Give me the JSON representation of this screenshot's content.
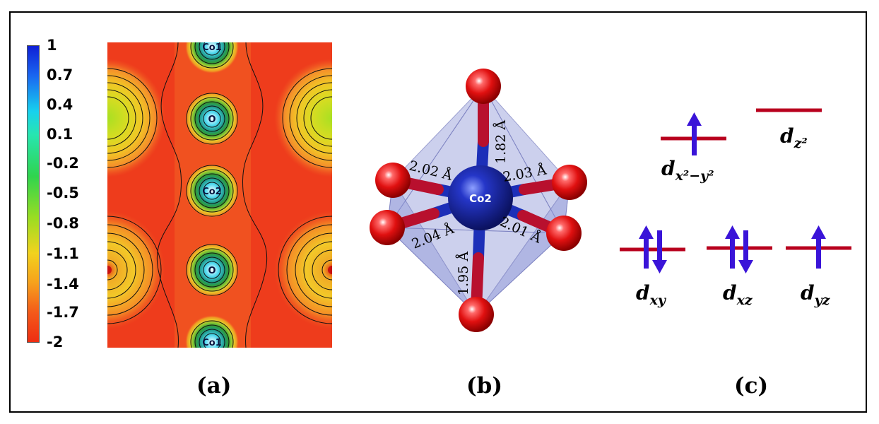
{
  "colorbar": {
    "ticks": [
      "1",
      "0.7",
      "0.4",
      "0.1",
      "-0.2",
      "-0.5",
      "-0.8",
      "-1.1",
      "-1.4",
      "-1.7",
      "-2"
    ]
  },
  "panel_a": {
    "atoms": [
      "Co1",
      "O",
      "Co2",
      "O",
      "Co1"
    ]
  },
  "panel_b": {
    "center_atom": "Co2",
    "bond_lengths": [
      "1.82 Å",
      "2.02 Å",
      "2.03 Å",
      "2.04 Å",
      "2.01 Å",
      "1.95 Å"
    ]
  },
  "panel_c": {
    "orbitals": [
      {
        "base": "d",
        "sub": "x²−y²",
        "electrons": "up"
      },
      {
        "base": "d",
        "sub": "z²",
        "electrons": "none"
      },
      {
        "base": "d",
        "sub": "xy",
        "electrons": "up-down"
      },
      {
        "base": "d",
        "sub": "xz",
        "electrons": "up-down"
      },
      {
        "base": "d",
        "sub": "yz",
        "electrons": "up"
      }
    ]
  },
  "labels": {
    "a": "(a)",
    "b": "(b)",
    "c": "(c)"
  },
  "colors": {
    "level": "#b8001e",
    "spin_arrow": "#3a14d8",
    "oxygen": "#e81010",
    "cobalt": "#1c2fb8"
  }
}
